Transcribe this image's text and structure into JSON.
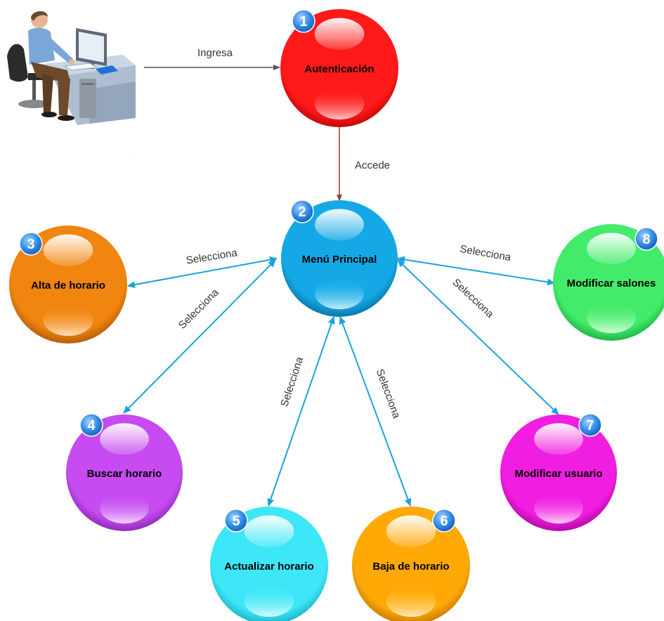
{
  "nodes": [
    {
      "id": "autenticacion",
      "number": "1",
      "label": "Autenticación",
      "color": "#ff1a1a",
      "dark": "#a80000",
      "light": "#ffc4c4"
    },
    {
      "id": "menu-principal",
      "number": "2",
      "label": "Menú Principal",
      "color": "#14a9e6",
      "dark": "#06618c",
      "light": "#c7ecff"
    },
    {
      "id": "alta-de-horario",
      "number": "3",
      "label": "Alta de horario",
      "color": "#f0850f",
      "dark": "#9c4e00",
      "light": "#ffe0b8"
    },
    {
      "id": "buscar-horario",
      "number": "4",
      "label": "Buscar horario",
      "color": "#c64bf0",
      "dark": "#7b1ea3",
      "light": "#f2d4ff"
    },
    {
      "id": "actualizar-horario",
      "number": "5",
      "label": "Actualizar horario",
      "color": "#3ee7f7",
      "dark": "#0f9fb2",
      "light": "#d2fcff"
    },
    {
      "id": "baja-de-horario",
      "number": "6",
      "label": "Baja de horario",
      "color": "#ffa906",
      "dark": "#b06c00",
      "light": "#ffe9b8"
    },
    {
      "id": "modificar-usuario",
      "number": "7",
      "label": "Modificar usuario",
      "color": "#f01ee0",
      "dark": "#9c0090",
      "light": "#ffd0fa"
    },
    {
      "id": "modificar-salones",
      "number": "8",
      "label": "Modificar salones",
      "color": "#42ec6a",
      "dark": "#13a03a",
      "light": "#d3ffdc"
    }
  ],
  "edges": [
    {
      "id": "ingresa",
      "label": "Ingresa",
      "color": "#555555"
    },
    {
      "id": "accede",
      "label": "Accede",
      "color": "#a0413b"
    },
    {
      "id": "selecciona-alta",
      "label": "Selecciona",
      "color": "#1aa3dc"
    },
    {
      "id": "selecciona-buscar",
      "label": "Selecciona",
      "color": "#1aa3dc"
    },
    {
      "id": "selecciona-actualizar",
      "label": "Selecciona",
      "color": "#1aa3dc"
    },
    {
      "id": "selecciona-baja",
      "label": "Selecciona",
      "color": "#1aa3dc"
    },
    {
      "id": "selecciona-usuario",
      "label": "Selecciona",
      "color": "#1aa3dc"
    },
    {
      "id": "selecciona-salones",
      "label": "Selecciona",
      "color": "#1aa3dc"
    }
  ],
  "actor": {
    "icon": "user-at-computer-icon"
  }
}
